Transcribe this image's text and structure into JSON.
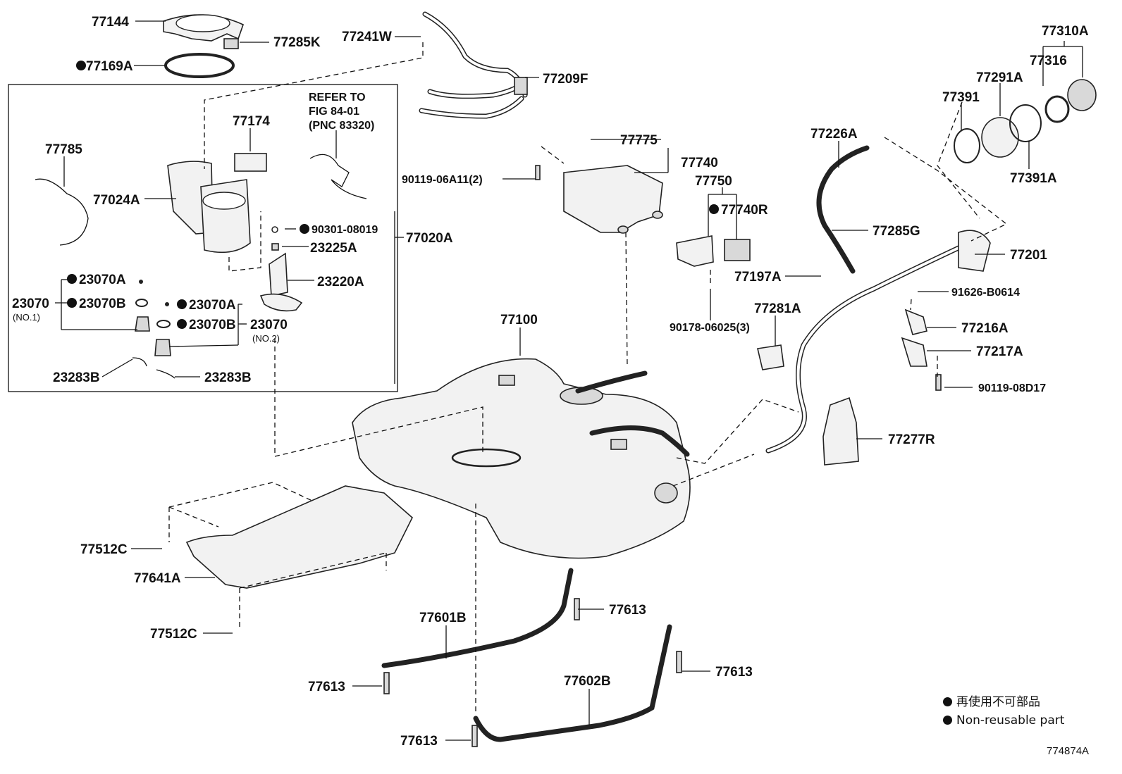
{
  "parts": {
    "p77144": "77144",
    "p77285K": "77285K",
    "p77241W": "77241W",
    "p77169A": "77169A",
    "p77209F": "77209F",
    "p77310A": "77310A",
    "p77316": "77316",
    "p77291A": "77291A",
    "p77391": "77391",
    "p77391A": "77391A",
    "refer1": "REFER TO",
    "refer2": "FIG 84-01",
    "refer3": "(PNC 83320)",
    "p77174": "77174",
    "p77785": "77785",
    "p77024A": "77024A",
    "p90301": "90301-08019",
    "p77020A": "77020A",
    "p23225A": "23225A",
    "p23220A": "23220A",
    "p23070A_1": "23070A",
    "p23070": "23070",
    "p23070_no1": "(NO.1)",
    "p23070B_1": "23070B",
    "p23070A_2": "23070A",
    "p23070B_2": "23070B",
    "p23070_2": "23070",
    "p23070_no2": "(NO.2)",
    "p23283B_1": "23283B",
    "p23283B_2": "23283B",
    "p77775": "77775",
    "p77740": "77740",
    "p90119_06A11": "90119-06A11(2)",
    "p77750": "77750",
    "p77740R": "77740R",
    "p77226A": "77226A",
    "p77285G": "77285G",
    "p77201": "77201",
    "p77197A": "77197A",
    "p91626": "91626-B0614",
    "p77281A": "77281A",
    "p90178": "90178-06025(3)",
    "p77216A": "77216A",
    "p77217A": "77217A",
    "p90119_08D17": "90119-08D17",
    "p77100": "77100",
    "p77277R": "77277R",
    "p77512C_1": "77512C",
    "p77641A": "77641A",
    "p77613_1": "77613",
    "p77601B": "77601B",
    "p77512C_2": "77512C",
    "p77613_2": "77613",
    "p77602B": "77602B",
    "p77613_3": "77613",
    "p77613_4": "77613"
  },
  "legend": {
    "jp": "再使用不可部品",
    "en": "Non-reusable part"
  },
  "figure_number": "774874A"
}
